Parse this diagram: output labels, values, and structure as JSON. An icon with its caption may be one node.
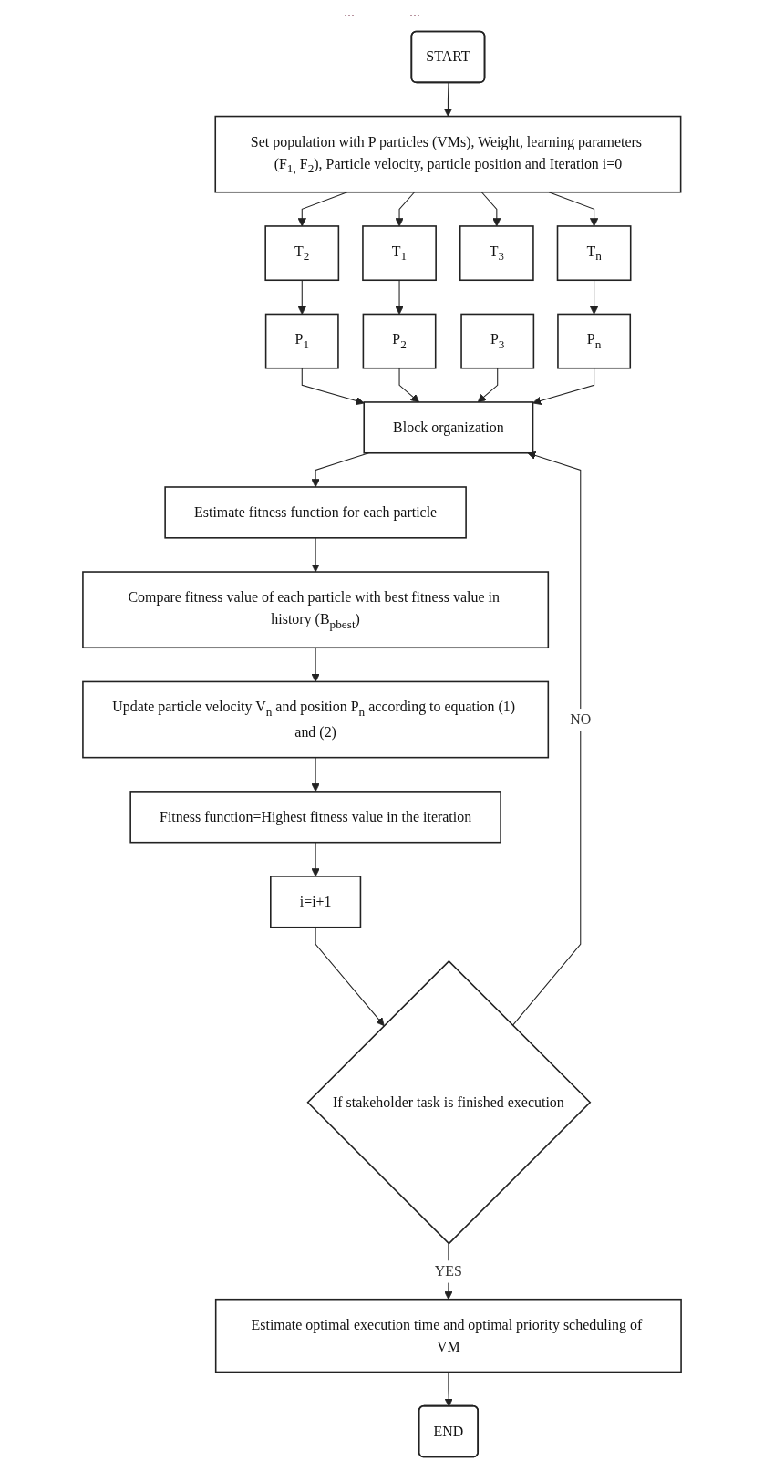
{
  "diagram": {
    "nodes": [
      {
        "text": [
          "START"
        ]
      },
      {
        "text": [
          "Set population with P particles (VMs), Weight, learning parameters (F$_{1,}$ F$_{2}$), Particle velocity, particle position and Iteration i=0"
        ]
      },
      {
        "text": [
          "T$_{1}$"
        ]
      },
      {
        "text": [
          "T$_{2}$"
        ]
      },
      {
        "text": [
          "T$_{3}$"
        ]
      },
      {
        "text": [
          "T$_{n}$"
        ]
      },
      {
        "text": [
          "P$_{1}$"
        ]
      },
      {
        "text": [
          "P$_{2}$"
        ]
      },
      {
        "text": [
          "P$_{3}$"
        ]
      },
      {
        "text": [
          "P$_{n}$"
        ]
      },
      {
        "text": [
          "Block organization"
        ]
      },
      {
        "text": [
          "Estimate fitness function for each particle"
        ]
      },
      {
        "text": [
          "Compare fitness value of each particle with best fitness value in history (B$_{pbest}$)"
        ]
      },
      {
        "text": [
          "Update particle velocity V$_{n}$ and position P$_{n}$ according to equation (1) and (2)"
        ]
      },
      {
        "text": [
          "Fitness function=Highest fitness value in the iteration"
        ]
      },
      {
        "text": [
          "i=i+1"
        ]
      },
      {
        "text": [
          "If stakeholder task is finished execution"
        ]
      },
      {
        "text": [
          "Estimate optimal execution time and optimal priority scheduling of VM"
        ]
      },
      {
        "text": [
          "END"
        ]
      }
    ],
    "edges": [
      {
        "from": 0,
        "to": 1,
        "arrow": "to"
      },
      {
        "from": 1,
        "to": 2,
        "arrow": "to"
      },
      {
        "from": 1,
        "to": 3,
        "arrow": "to"
      },
      {
        "from": 1,
        "to": 4,
        "arrow": "to"
      },
      {
        "from": 1,
        "to": 5,
        "arrow": "to"
      },
      {
        "from": 2,
        "to": 7,
        "arrow": "to"
      },
      {
        "from": 3,
        "to": 6,
        "arrow": "to"
      },
      {
        "from": 5,
        "to": 9,
        "arrow": "to"
      },
      {
        "from": 6,
        "to": 10,
        "arrow": "to"
      },
      {
        "from": 7,
        "to": 10,
        "arrow": "to"
      },
      {
        "from": 8,
        "to": 10,
        "arrow": "to"
      },
      {
        "from": 9,
        "to": 10,
        "arrow": "to"
      },
      {
        "from": 10,
        "to": 11,
        "arrow": "to"
      },
      {
        "from": 11,
        "to": 12,
        "arrow": "to"
      },
      {
        "from": 12,
        "to": 13,
        "arrow": "to"
      },
      {
        "from": 13,
        "to": 14,
        "arrow": "to"
      },
      {
        "from": 14,
        "to": 15,
        "arrow": "to"
      },
      {
        "from": 15,
        "to": 16,
        "arrow": "to"
      },
      {
        "from": 16,
        "to": 10,
        "label": "NO",
        "arrow": "to"
      },
      {
        "from": 16,
        "to": 17,
        "label": "YES",
        "arrow": "to"
      },
      {
        "from": 17,
        "to": 18,
        "arrow": "to"
      }
    ],
    "labels": [
      "...",
      "..."
    ]
  }
}
